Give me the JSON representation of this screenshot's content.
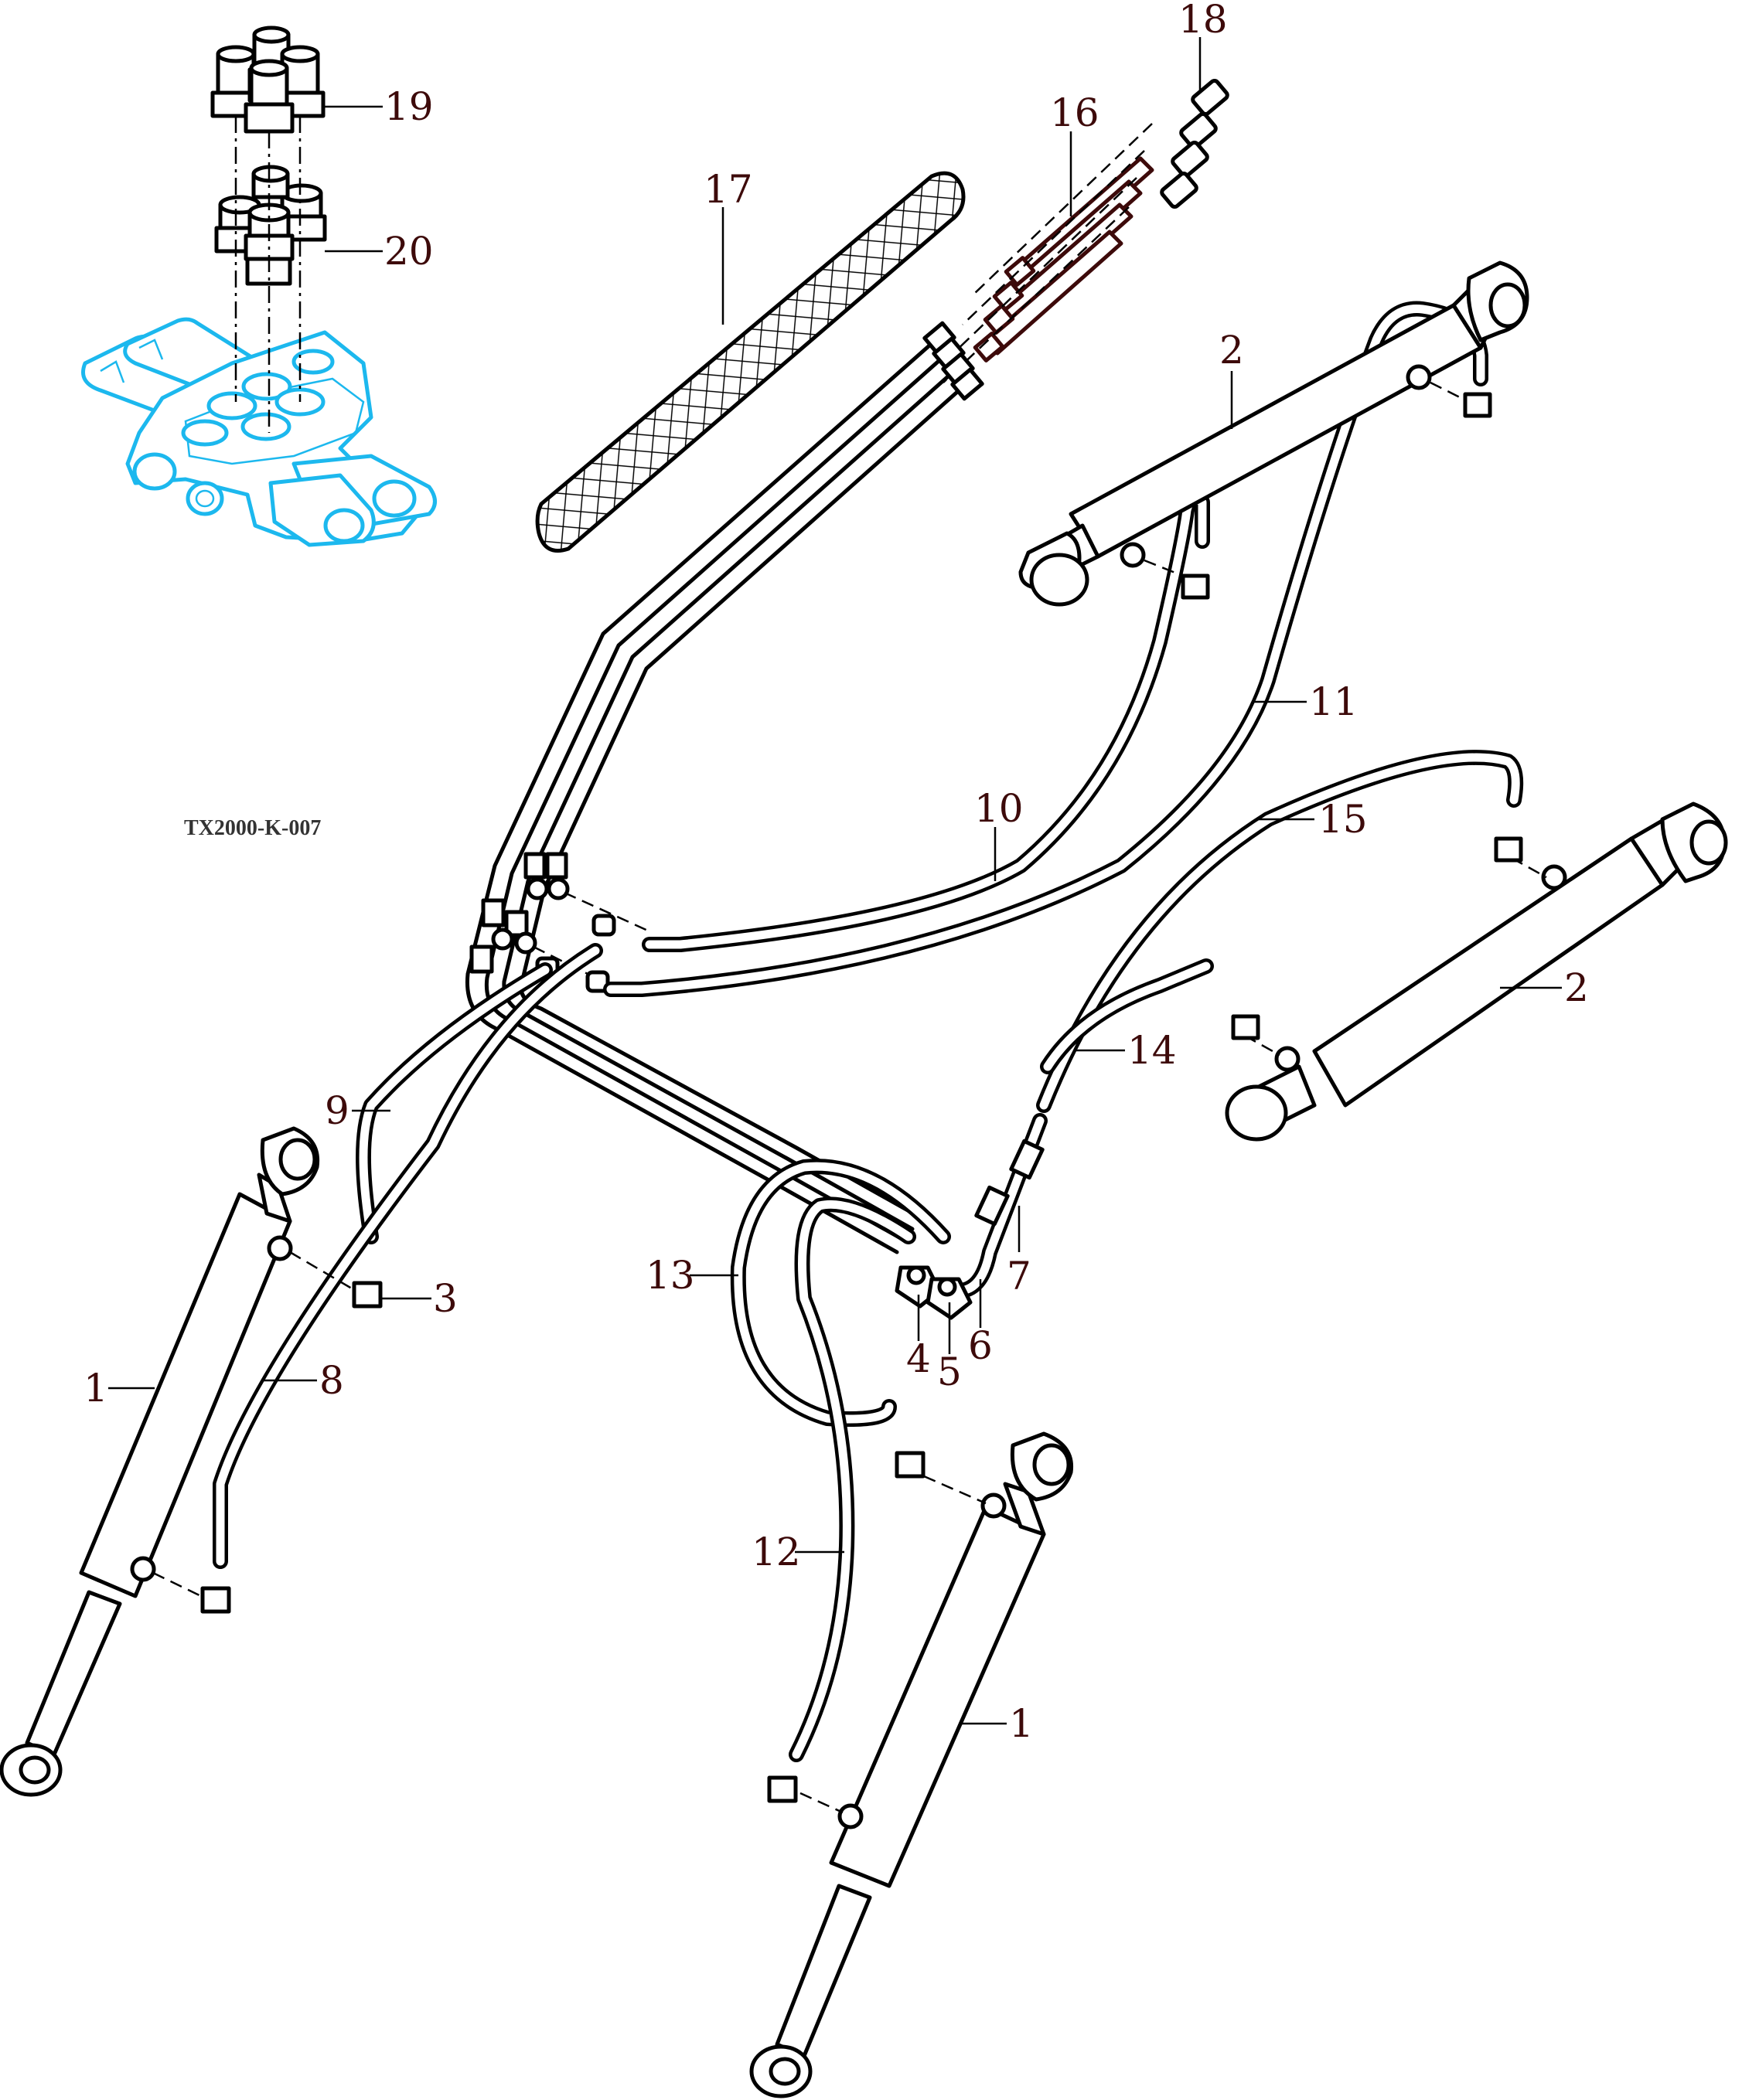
{
  "drawing": {
    "code": "TX2000-K-007",
    "type": "exploded parts diagram - loader hydraulic hoses",
    "colors": {
      "line": "#000000",
      "callout_text": "#3d0a0a",
      "control_valve_highlight": "#1cb8ee",
      "hose_set_16": "#3d0a0a",
      "background": "#ffffff"
    }
  },
  "callouts": [
    {
      "id": "c18",
      "label": "18",
      "part": "quick coupler fittings (4)"
    },
    {
      "id": "c16",
      "label": "16",
      "part": "hose set (4)"
    },
    {
      "id": "c17",
      "label": "17",
      "part": "braided protective sleeve"
    },
    {
      "id": "c19",
      "label": "19",
      "part": "quick coupler (4)"
    },
    {
      "id": "c20",
      "label": "20",
      "part": "adapter (4)"
    },
    {
      "id": "c2a",
      "label": "2",
      "part": "bucket cylinder (upper)"
    },
    {
      "id": "c11",
      "label": "11",
      "part": "hose"
    },
    {
      "id": "c10",
      "label": "10",
      "part": "hose"
    },
    {
      "id": "c15",
      "label": "15",
      "part": "hose"
    },
    {
      "id": "c2b",
      "label": "2",
      "part": "bucket cylinder (right)"
    },
    {
      "id": "c14",
      "label": "14",
      "part": "hose"
    },
    {
      "id": "c9",
      "label": "9",
      "part": "hose"
    },
    {
      "id": "c3",
      "label": "3",
      "part": "elbow fitting"
    },
    {
      "id": "c13",
      "label": "13",
      "part": "hose"
    },
    {
      "id": "c7",
      "label": "7",
      "part": "fitting"
    },
    {
      "id": "c4",
      "label": "4",
      "part": "tee fitting"
    },
    {
      "id": "c5",
      "label": "5",
      "part": "tee fitting"
    },
    {
      "id": "c6",
      "label": "6",
      "part": "hose"
    },
    {
      "id": "c1a",
      "label": "1",
      "part": "lift cylinder (left)"
    },
    {
      "id": "c8",
      "label": "8",
      "part": "hose"
    },
    {
      "id": "c12",
      "label": "12",
      "part": "hose"
    },
    {
      "id": "c1b",
      "label": "1",
      "part": "lift cylinder (right)"
    }
  ]
}
